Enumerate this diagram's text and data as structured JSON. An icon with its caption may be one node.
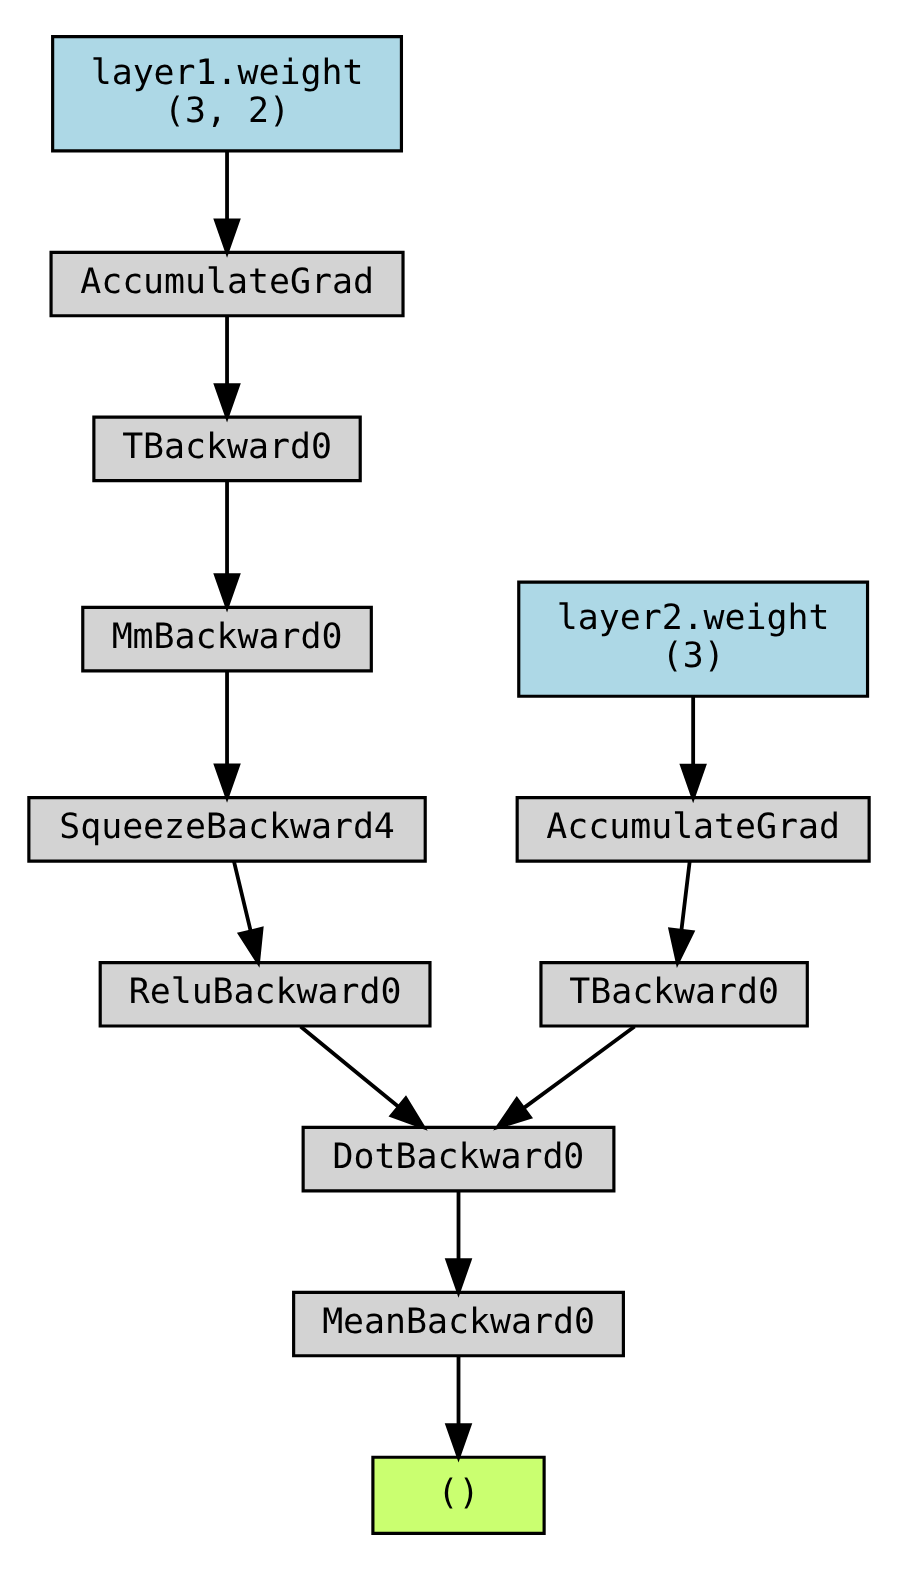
{
  "diagram": {
    "nodes": [
      {
        "text": [
          "layer1.weight",
          "(3, 2)"
        ]
      },
      {
        "text": [
          "AccumulateGrad"
        ]
      },
      {
        "text": [
          "TBackward0"
        ]
      },
      {
        "text": [
          "MmBackward0"
        ]
      },
      {
        "text": [
          "layer2.weight",
          "(3)"
        ]
      },
      {
        "text": [
          "SqueezeBackward4"
        ]
      },
      {
        "text": [
          "AccumulateGrad"
        ]
      },
      {
        "text": [
          "ReluBackward0"
        ]
      },
      {
        "text": [
          "TBackward0"
        ]
      },
      {
        "text": [
          "DotBackward0"
        ]
      },
      {
        "text": [
          "MeanBackward0"
        ]
      },
      {
        "text": [
          "()"
        ]
      }
    ],
    "edges": [
      {
        "from": 0,
        "to": 1,
        "arrow": "to"
      },
      {
        "from": 1,
        "to": 2,
        "arrow": "to"
      },
      {
        "from": 2,
        "to": 3,
        "arrow": "to"
      },
      {
        "from": 3,
        "to": 5,
        "arrow": "to"
      },
      {
        "from": 5,
        "to": 7,
        "arrow": "to"
      },
      {
        "from": 4,
        "to": 6,
        "arrow": "to"
      },
      {
        "from": 6,
        "to": 8,
        "arrow": "to"
      },
      {
        "from": 7,
        "to": 9,
        "arrow": "to"
      },
      {
        "from": 8,
        "to": 9,
        "arrow": "to"
      },
      {
        "from": 9,
        "to": 10,
        "arrow": "to"
      },
      {
        "from": 10,
        "to": 11,
        "arrow": "to"
      }
    ]
  }
}
